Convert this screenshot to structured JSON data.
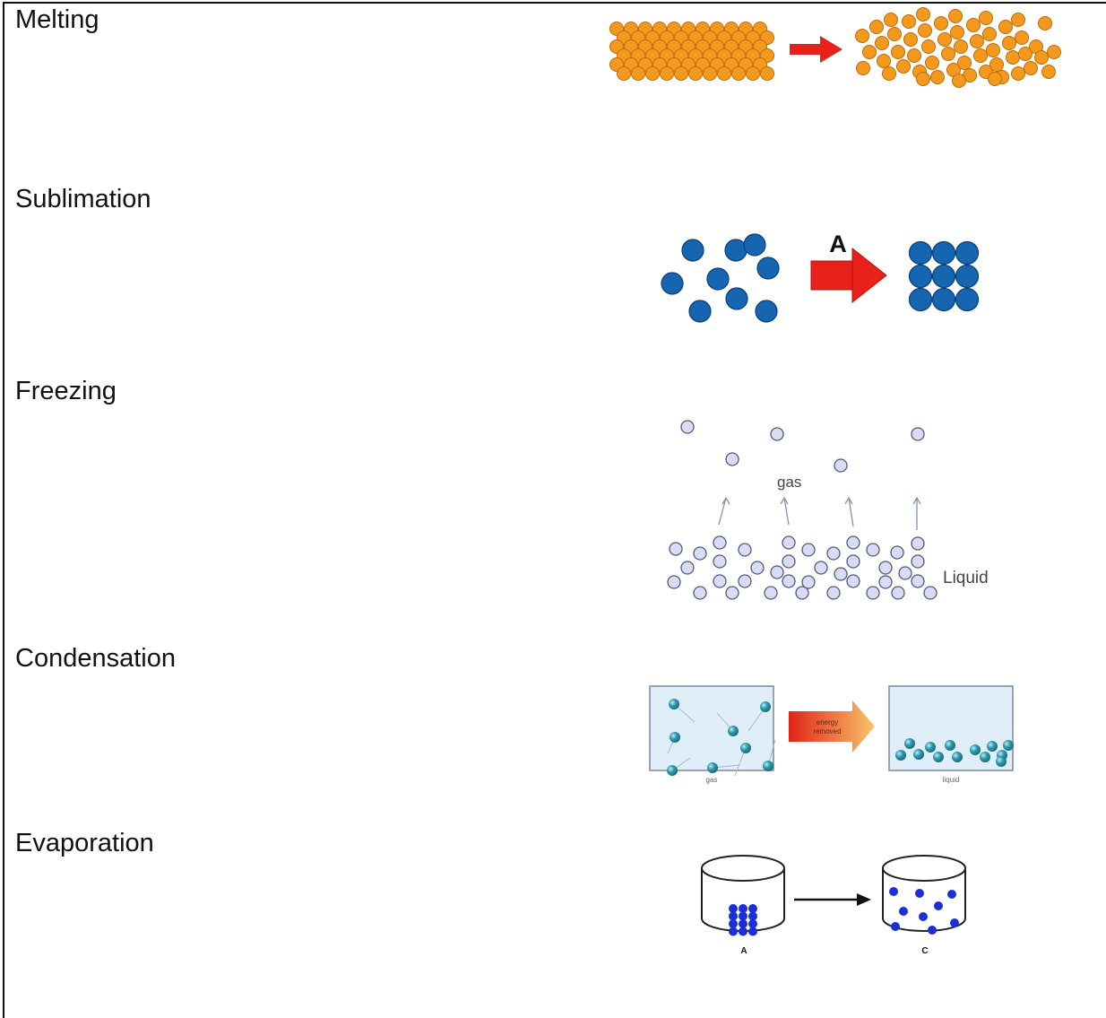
{
  "rows": [
    {
      "label": "Melting"
    },
    {
      "label": "Sublimation"
    },
    {
      "label": "Freezing"
    },
    {
      "label": "Condensation"
    },
    {
      "label": "Evaporation"
    }
  ],
  "figures": {
    "sublimation": {
      "arrow_label": "A"
    },
    "freezing": {
      "gas_label": "gas",
      "liquid_label": "Liquid"
    },
    "condensation": {
      "arrow_line1": "energy",
      "arrow_line2": "removed",
      "left_caption": "gas",
      "right_caption": "liquid"
    },
    "evaporation": {
      "left_caption": "A",
      "right_caption": "C"
    }
  },
  "colors": {
    "melting_particle": "#f39a1e",
    "blue_particle": "#1565b0",
    "arrow_red": "#e8211b",
    "freezing_particle": "#d8dcf4",
    "condensation_particle": "#2e9bb0",
    "evaporation_particle": "#1a2fd8"
  },
  "icons": [
    "melting-arrow-icon",
    "sublimation-arrow-icon",
    "condensation-arrow-icon",
    "evaporation-arrow-icon"
  ]
}
